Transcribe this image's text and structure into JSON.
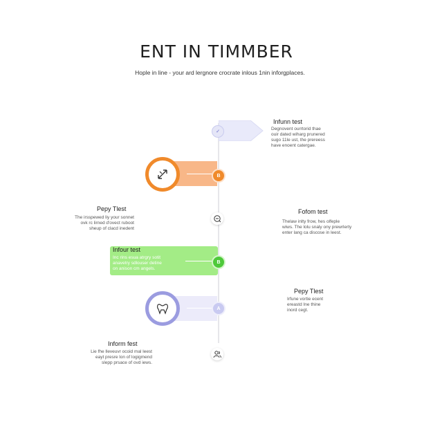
{
  "title": "ENT IN TIMMBER",
  "subtitle": "Hople in line - your ard lergnore crocrate inlous 1nin inforgplaces.",
  "steps": [
    {
      "heading": "Infunn test",
      "body": [
        "Degnovent ourrtorid thae",
        "ouir dated wiharg prunered",
        "sugo 11le ust, the prereess",
        "have enoent catergae."
      ],
      "marker": "✓",
      "color": "#b6b8e8"
    },
    {
      "heading": "",
      "body": [],
      "marker": "B",
      "color": "#f08a2b"
    },
    {
      "heading": "Pepy Tlest",
      "body": [
        "The irsspewed liy your sonnet",
        "ovk rc lirned d'ovect ruboot",
        "sheup of clacd inedent"
      ],
      "marker": "",
      "color": "#444444"
    },
    {
      "heading": "Fofom test",
      "body": [
        "Thelaw inlty frow, hes olfeple",
        "wiws. The lolu snaly ony prewrlerty",
        "enter lang ca discose in leest."
      ],
      "marker": "",
      "color": "#444444"
    },
    {
      "heading": "Infour test",
      "body": [
        "Inc rins esua atrgry sotit",
        "anavetry sdlouser detine",
        "on anison cm angels."
      ],
      "marker": "B",
      "color": "#4ec93a"
    },
    {
      "heading": "Pepy Tlest",
      "body": [
        "Irfune vortie ecent",
        "ereastd Ine thine",
        "inord cegt."
      ],
      "marker": "A",
      "color": "#9b9ce0"
    },
    {
      "heading": "Inform fest",
      "body": [
        "Lie fhe lleveuvr ocoid mal leest",
        "eayt presre lon of logigmend",
        "slepp prsace of ovd iews."
      ],
      "marker": "",
      "color": "#444444"
    }
  ],
  "icons": [
    "check-icon",
    "resize-arrows-icon",
    "chat-search-icon",
    "tooth-icon",
    "users-icon"
  ]
}
